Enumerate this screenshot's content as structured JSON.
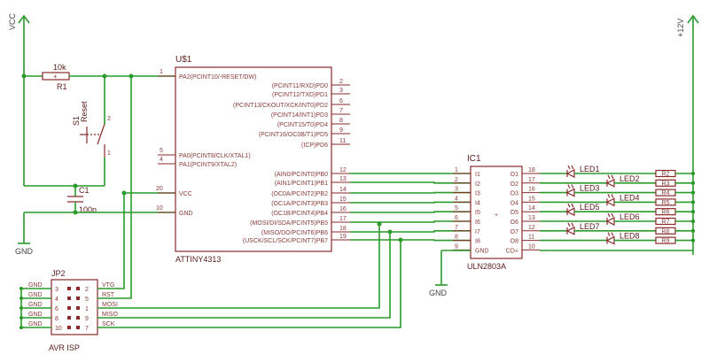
{
  "power": {
    "vcc": "VCC",
    "v12": "+12V",
    "gnd": "GND"
  },
  "resistor_r1": {
    "ref": "R1",
    "value": "10k"
  },
  "switch_s1": {
    "ref": "S1",
    "label": "Reset",
    "pin1": "1",
    "pin2": "2"
  },
  "cap_c1": {
    "ref": "C1",
    "value": "100n"
  },
  "u1": {
    "ref": "U$1",
    "part": "ATTINY4313",
    "left_pins": [
      {
        "num": "1",
        "name": "PA2(PCINT10/-RESET/DW)"
      },
      {
        "num": "5",
        "name": "PA0(PCINT8/CLK/XTAL1)"
      },
      {
        "num": "4",
        "name": "PA1(PCINT9/XTAL2)"
      },
      {
        "num": "20",
        "name": "VCC"
      },
      {
        "num": "10",
        "name": "GND"
      }
    ],
    "right_pins": [
      {
        "num": "2",
        "name": "(PCINT11/RXD)PD0"
      },
      {
        "num": "3",
        "name": "(PCINT12/TXD)PD1"
      },
      {
        "num": "6",
        "name": "(PCINT13/CKOUT/XCK/INT0)PD2"
      },
      {
        "num": "7",
        "name": "(PCINT14/INT1)PD3"
      },
      {
        "num": "8",
        "name": "(PCINT15/T0)PD4"
      },
      {
        "num": "9",
        "name": "(PCINT16/OC0B/T1)PD5"
      },
      {
        "num": "11",
        "name": "(ICP)PD6"
      },
      {
        "num": "12",
        "name": "(AIN0/PCINT0)PB0"
      },
      {
        "num": "13",
        "name": "(AIN1/PCINT1)PB1"
      },
      {
        "num": "14",
        "name": "(OC0A/PCINT2)PB2"
      },
      {
        "num": "15",
        "name": "(OC1A/PCINT3)PB3"
      },
      {
        "num": "16",
        "name": "(OC1B/PCINT4)PB4"
      },
      {
        "num": "17",
        "name": "(MOSI/DI/SDA/PCINT5)PB5"
      },
      {
        "num": "18",
        "name": "(MISO/DO/PCINT6)PB6"
      },
      {
        "num": "19",
        "name": "(USCK/SCL/SCK/PCINT7)PB7"
      }
    ]
  },
  "ic1": {
    "ref": "IC1",
    "part": "ULN2803A",
    "inputs": [
      {
        "num": "1",
        "name": "I1"
      },
      {
        "num": "2",
        "name": "I2"
      },
      {
        "num": "3",
        "name": "I3"
      },
      {
        "num": "4",
        "name": "I4"
      },
      {
        "num": "5",
        "name": "I5"
      },
      {
        "num": "6",
        "name": "I6"
      },
      {
        "num": "7",
        "name": "I7"
      },
      {
        "num": "8",
        "name": "I8"
      },
      {
        "num": "9",
        "name": "GND"
      }
    ],
    "outputs": [
      {
        "num": "18",
        "name": "O1"
      },
      {
        "num": "17",
        "name": "O2"
      },
      {
        "num": "16",
        "name": "O3"
      },
      {
        "num": "15",
        "name": "O4"
      },
      {
        "num": "14",
        "name": "O5"
      },
      {
        "num": "13",
        "name": "O6"
      },
      {
        "num": "12",
        "name": "O7"
      },
      {
        "num": "11",
        "name": "O8"
      },
      {
        "num": "10",
        "name": "CD+"
      }
    ],
    "plus": "+"
  },
  "leds": [
    "LED1",
    "LED2",
    "LED3",
    "LED4",
    "LED5",
    "LED6",
    "LED7",
    "LED8"
  ],
  "led_resistors": [
    "R2",
    "R3",
    "R4",
    "R5",
    "R6",
    "R7",
    "R8",
    "R9"
  ],
  "jp2": {
    "ref": "JP2",
    "title": "AVR ISP",
    "rows": [
      {
        "left_label": "GND",
        "left_num": "3",
        "right_num": "2",
        "right_label": "VTG"
      },
      {
        "left_label": "GND",
        "left_num": "4",
        "right_num": "5",
        "right_label": "RST"
      },
      {
        "left_label": "GND",
        "left_num": "6",
        "right_num": "1",
        "right_label": "MOSI"
      },
      {
        "left_label": "GND",
        "left_num": "8",
        "right_num": "9",
        "right_label": "MISO"
      },
      {
        "left_label": "GND",
        "left_num": "10",
        "right_num": "7",
        "right_label": "SCK"
      }
    ]
  }
}
